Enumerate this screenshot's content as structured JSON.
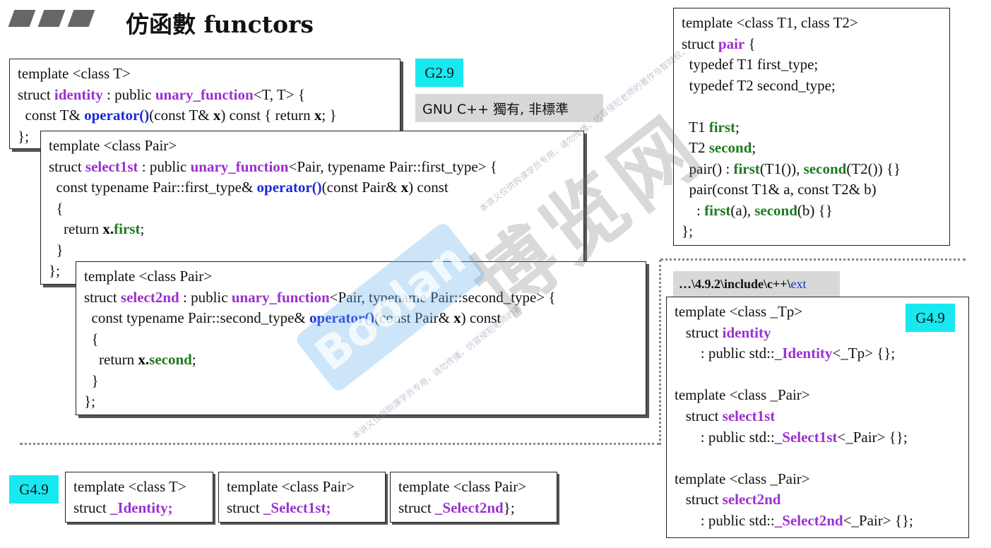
{
  "title": {
    "text": "仿函數 functors"
  },
  "tags": {
    "g29": "G2.9",
    "gnu_only": "GNU C++ 獨有, 非標準",
    "g49_bottom": "G4.9",
    "g49_right": "G4.9",
    "ext_path_prefix": "…\\4.9.2\\include\\c++\\",
    "ext_path_dir": "ext"
  },
  "identity_box": {
    "lines": [
      [
        {
          "t": "template <class T>"
        }
      ],
      [
        {
          "t": "struct "
        },
        {
          "t": "identity",
          "c": "p"
        },
        {
          "t": " : public "
        },
        {
          "t": "unary_function",
          "c": "p"
        },
        {
          "t": "<T, T> {"
        }
      ],
      [
        {
          "t": "  const T& "
        },
        {
          "t": "operator()",
          "c": "b"
        },
        {
          "t": "(const T& "
        },
        {
          "t": "x",
          "c": "k"
        },
        {
          "t": ") const { return "
        },
        {
          "t": "x",
          "c": "k"
        },
        {
          "t": "; }"
        }
      ],
      [
        {
          "t": "};"
        }
      ]
    ]
  },
  "select1st_box": {
    "lines": [
      [
        {
          "t": "template <class Pair>"
        }
      ],
      [
        {
          "t": "struct "
        },
        {
          "t": "select1st",
          "c": "p"
        },
        {
          "t": " : public "
        },
        {
          "t": "unary_function",
          "c": "p"
        },
        {
          "t": "<Pair, typename Pair::first_type> {"
        }
      ],
      [
        {
          "t": "  const typename Pair::first_type& "
        },
        {
          "t": "operator()",
          "c": "b"
        },
        {
          "t": "(const Pair& "
        },
        {
          "t": "x",
          "c": "k"
        },
        {
          "t": ") const"
        }
      ],
      [
        {
          "t": "  {"
        }
      ],
      [
        {
          "t": "    return "
        },
        {
          "t": "x.",
          "c": "k"
        },
        {
          "t": "first",
          "c": "g"
        },
        {
          "t": ";"
        }
      ],
      [
        {
          "t": "  }"
        }
      ],
      [
        {
          "t": "};"
        }
      ]
    ]
  },
  "select2nd_box": {
    "lines": [
      [
        {
          "t": "template <class Pair>"
        }
      ],
      [
        {
          "t": "struct "
        },
        {
          "t": "select2nd",
          "c": "p"
        },
        {
          "t": " : public "
        },
        {
          "t": "unary_function",
          "c": "p"
        },
        {
          "t": "<Pair, typename Pair::second_type> {"
        }
      ],
      [
        {
          "t": "  const typename Pair::second_type& "
        },
        {
          "t": "operator()",
          "c": "b"
        },
        {
          "t": "(const Pair& "
        },
        {
          "t": "x",
          "c": "k"
        },
        {
          "t": ") const"
        }
      ],
      [
        {
          "t": "  {"
        }
      ],
      [
        {
          "t": "    return "
        },
        {
          "t": "x.",
          "c": "k"
        },
        {
          "t": "second",
          "c": "g"
        },
        {
          "t": ";"
        }
      ],
      [
        {
          "t": "  }"
        }
      ],
      [
        {
          "t": "};"
        }
      ]
    ]
  },
  "pair_box": {
    "lines": [
      [
        {
          "t": "template <class T1, class T2>"
        }
      ],
      [
        {
          "t": "struct "
        },
        {
          "t": "pair",
          "c": "p"
        },
        {
          "t": " {"
        }
      ],
      [
        {
          "t": "  typedef T1 first_type;"
        }
      ],
      [
        {
          "t": "  typedef T2 second_type;"
        }
      ],
      [
        {
          "t": " "
        }
      ],
      [
        {
          "t": "  T1 "
        },
        {
          "t": "first",
          "c": "g"
        },
        {
          "t": ";"
        }
      ],
      [
        {
          "t": "  T2 "
        },
        {
          "t": "second",
          "c": "g"
        },
        {
          "t": ";"
        }
      ],
      [
        {
          "t": "  pair() : "
        },
        {
          "t": "first",
          "c": "g"
        },
        {
          "t": "(T1()), "
        },
        {
          "t": "second",
          "c": "g"
        },
        {
          "t": "(T2()) {}"
        }
      ],
      [
        {
          "t": "  pair(const T1& a, const T2& b)"
        }
      ],
      [
        {
          "t": "    : "
        },
        {
          "t": "first",
          "c": "g"
        },
        {
          "t": "(a), "
        },
        {
          "t": "second",
          "c": "g"
        },
        {
          "t": "(b) {}"
        }
      ],
      [
        {
          "t": "};"
        }
      ]
    ]
  },
  "ext_box": {
    "lines": [
      [
        {
          "t": "template <class _Tp>"
        }
      ],
      [
        {
          "t": "   struct "
        },
        {
          "t": "identity",
          "c": "p"
        }
      ],
      [
        {
          "t": "       : public std::"
        },
        {
          "t": "_Identity",
          "c": "p"
        },
        {
          "t": "<_Tp> {};"
        }
      ],
      [
        {
          "t": " "
        }
      ],
      [
        {
          "t": "template <class _Pair>"
        }
      ],
      [
        {
          "t": "   struct "
        },
        {
          "t": "select1st",
          "c": "p"
        }
      ],
      [
        {
          "t": "       : public std::"
        },
        {
          "t": "_Select1st",
          "c": "p"
        },
        {
          "t": "<_Pair> {};"
        }
      ],
      [
        {
          "t": " "
        }
      ],
      [
        {
          "t": "template <class _Pair>"
        }
      ],
      [
        {
          "t": "   struct "
        },
        {
          "t": "select2nd",
          "c": "p"
        }
      ],
      [
        {
          "t": "       : public std::"
        },
        {
          "t": "_Select2nd",
          "c": "p"
        },
        {
          "t": "<_Pair> {};"
        }
      ]
    ]
  },
  "bottom_box1": {
    "lines": [
      [
        {
          "t": "template <class T>"
        }
      ],
      [
        {
          "t": "struct "
        },
        {
          "t": "_Identity;",
          "c": "p"
        }
      ]
    ]
  },
  "bottom_box2": {
    "lines": [
      [
        {
          "t": "template <class Pair>"
        }
      ],
      [
        {
          "t": "struct "
        },
        {
          "t": "_Select1st;",
          "c": "p"
        }
      ]
    ]
  },
  "bottom_box3": {
    "lines": [
      [
        {
          "t": "template <class Pair>"
        }
      ],
      [
        {
          "t": "struct "
        },
        {
          "t": "_Select2nd",
          "c": "p"
        },
        {
          "t": "};"
        }
      ]
    ]
  },
  "watermark": {
    "main_text": "博览网",
    "logo_text": "Boolan",
    "small_top": "本讲义仅供购课学员专用，请勿传播，仿冒侵犯老师的著作与智财权。",
    "small_bottom": "本讲义仅供购课学员专用，请勿传播，仿冒侵犯老师的著作与智财权。"
  }
}
